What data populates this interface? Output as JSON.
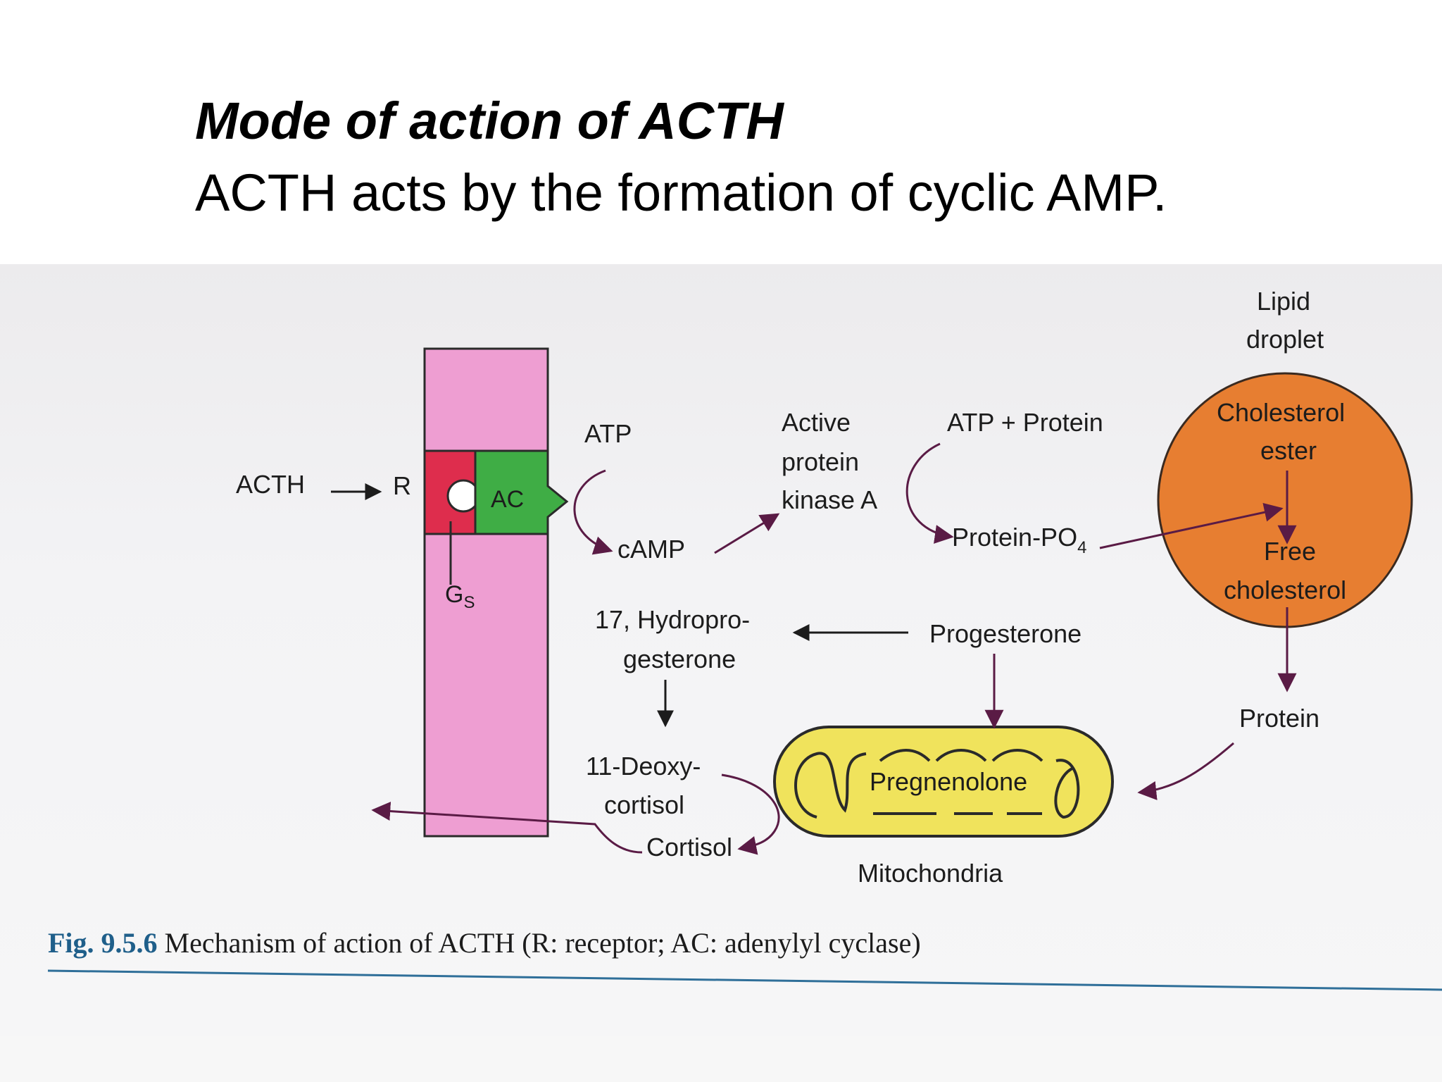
{
  "slide": {
    "title": "Mode of action of ACTH",
    "subtitle": "ACTH acts by the formation of cyclic AMP."
  },
  "figure": {
    "caption_label": "Fig. 9.5.6",
    "caption_text": " Mechanism of action of ACTH (R: receptor; AC: adenylyl cyclase)",
    "labels": {
      "acth": "ACTH",
      "receptor": "R",
      "ac": "AC",
      "gs": "G",
      "gs_sub": "S",
      "atp": "ATP",
      "camp": "cAMP",
      "pka_1": "Active",
      "pka_2": "protein",
      "pka_3": "kinase A",
      "atp_protein": "ATP + Protein",
      "protein_po4": "Protein-PO",
      "po4_sub": "4",
      "lipid_1": "Lipid",
      "lipid_2": "droplet",
      "chol_ester_1": "Cholesterol",
      "chol_ester_2": "ester",
      "free_chol_1": "Free",
      "free_chol_2": "cholesterol",
      "hydroxyprog_1": "17, Hydropro-",
      "hydroxyprog_2": "gesterone",
      "progesterone": "Progesterone",
      "deoxycortisol_1": "11-Deoxy-",
      "deoxycortisol_2": "cortisol",
      "cortisol": "Cortisol",
      "pregnenolone": "Pregnenolone",
      "protein": "Protein",
      "mitochondria": "Mitochondria"
    }
  },
  "colors": {
    "membrane": "#ee9ed2",
    "receptor": "#de2d4d",
    "adenylyl_cyclase": "#3fad45",
    "lipid_droplet": "#e77e31",
    "mitochondrion": "#f0e35c",
    "arrow": "#5a1b45",
    "caption_label": "#1f5f8a"
  }
}
